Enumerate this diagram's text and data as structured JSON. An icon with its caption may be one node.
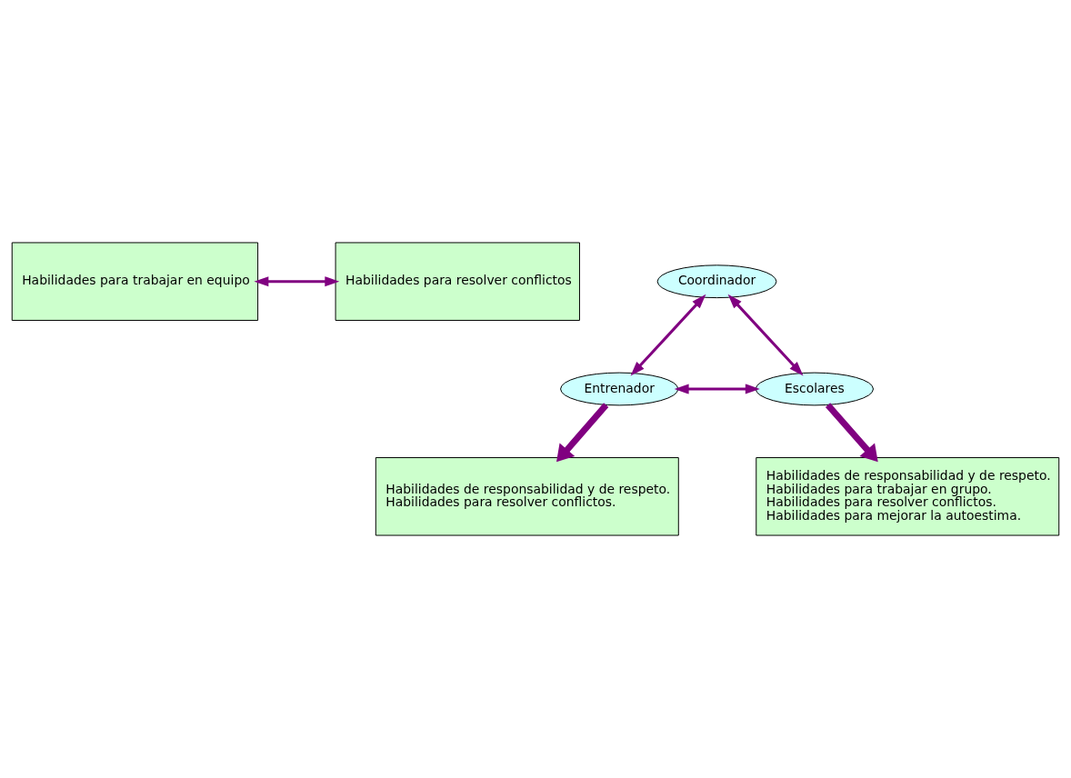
{
  "diagram": {
    "nodes": [
      {
        "text": [
          "Habilidades para trabajar en equipo"
        ]
      },
      {
        "text": [
          "Habilidades para resolver conflictos"
        ]
      },
      {
        "text": [
          "Coordinador"
        ]
      },
      {
        "text": [
          "Entrenador"
        ]
      },
      {
        "text": [
          "Escolares"
        ]
      },
      {
        "text": [
          "Habilidades de responsabilidad y de respeto.",
          "Habilidades para resolver conflictos."
        ]
      },
      {
        "text": [
          "Habilidades de responsabilidad y de respeto.",
          "Habilidades para trabajar en grupo.",
          "Habilidades para resolver conflictos.",
          "Habilidades para mejorar la autoestima."
        ]
      }
    ],
    "edges": [
      {
        "from": 0,
        "to": 1,
        "arrow": "both"
      },
      {
        "from": 2,
        "to": 3,
        "arrow": "both"
      },
      {
        "from": 2,
        "to": 4,
        "arrow": "both"
      },
      {
        "from": 3,
        "to": 4,
        "arrow": "both"
      },
      {
        "from": 3,
        "to": 5,
        "arrow": "to",
        "style": "thick"
      },
      {
        "from": 4,
        "to": 6,
        "arrow": "to",
        "style": "thick"
      }
    ]
  }
}
